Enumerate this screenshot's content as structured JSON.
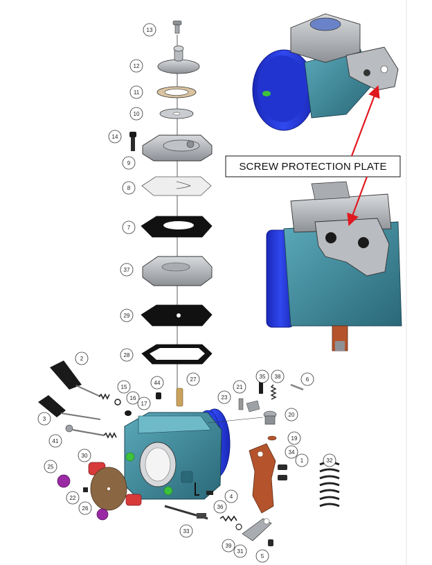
{
  "annotation": {
    "label": "SCREW PROTECTION PLATE",
    "arrow_color": "#e0191f"
  },
  "colors": {
    "body_teal": "#3e8fa0",
    "body_teal_dark": "#2a6878",
    "intake_blue": "#1f35d6",
    "lever_copper": "#b5542c",
    "gasket_black": "#111111",
    "metal_grey": "#a9adb2",
    "highlight_green": "#3ec23b",
    "cap_red": "#d83a3a",
    "cap_magenta": "#9a2aa3",
    "disc_brown": "#8a6642"
  },
  "parts": [
    {
      "id": "13",
      "label": "13"
    },
    {
      "id": "12",
      "label": "12"
    },
    {
      "id": "11",
      "label": "11"
    },
    {
      "id": "10",
      "label": "10"
    },
    {
      "id": "14",
      "label": "14"
    },
    {
      "id": "9",
      "label": "9"
    },
    {
      "id": "8",
      "label": "8"
    },
    {
      "id": "7",
      "label": "7"
    },
    {
      "id": "37",
      "label": "37"
    },
    {
      "id": "29",
      "label": "29"
    },
    {
      "id": "28",
      "label": "28"
    },
    {
      "id": "2",
      "label": "2"
    },
    {
      "id": "44",
      "label": "44"
    },
    {
      "id": "27",
      "label": "27"
    },
    {
      "id": "35",
      "label": "35"
    },
    {
      "id": "38",
      "label": "38"
    },
    {
      "id": "6",
      "label": "6"
    },
    {
      "id": "21",
      "label": "21"
    },
    {
      "id": "23",
      "label": "23"
    },
    {
      "id": "15",
      "label": "15"
    },
    {
      "id": "16",
      "label": "16"
    },
    {
      "id": "17",
      "label": "17"
    },
    {
      "id": "3",
      "label": "3"
    },
    {
      "id": "20",
      "label": "20"
    },
    {
      "id": "41",
      "label": "41"
    },
    {
      "id": "19",
      "label": "19"
    },
    {
      "id": "34",
      "label": "34"
    },
    {
      "id": "1",
      "label": "1"
    },
    {
      "id": "32",
      "label": "32"
    },
    {
      "id": "30",
      "label": "30"
    },
    {
      "id": "25",
      "label": "25"
    },
    {
      "id": "22",
      "label": "22"
    },
    {
      "id": "26",
      "label": "26"
    },
    {
      "id": "4",
      "label": "4"
    },
    {
      "id": "36",
      "label": "36"
    },
    {
      "id": "33",
      "label": "33"
    },
    {
      "id": "39",
      "label": "39"
    },
    {
      "id": "31",
      "label": "31"
    },
    {
      "id": "5",
      "label": "5"
    }
  ]
}
